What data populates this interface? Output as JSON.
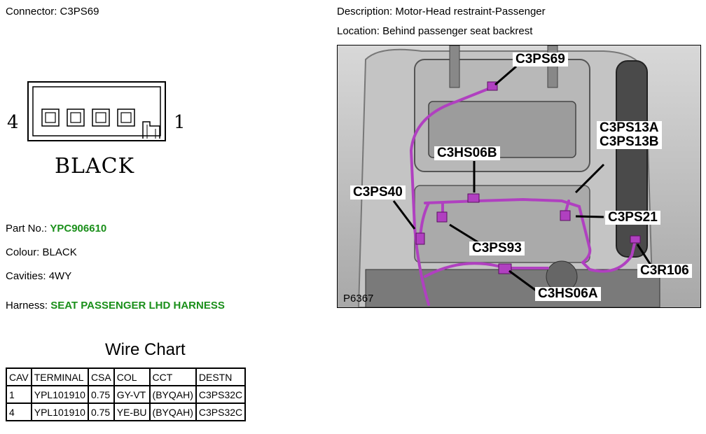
{
  "header": {
    "connector_label": "Connector:",
    "connector_value": "C3PS69",
    "description_label": "Description:",
    "description_value": "Motor-Head restraint-Passenger",
    "location_label": "Location:",
    "location_value": "Behind passenger seat backrest"
  },
  "connector_diagram": {
    "pin_left": "4",
    "pin_right": "1",
    "color_text": "BLACK"
  },
  "info": {
    "part_no_label": "Part No.:",
    "part_no_value": "YPC906610",
    "colour_label": "Colour:",
    "colour_value": "BLACK",
    "cavities_label": "Cavities:",
    "cavities_value": "4WY",
    "harness_label": "Harness:",
    "harness_value": "SEAT PASSENGER LHD HARNESS"
  },
  "wire_chart": {
    "title": "Wire Chart",
    "columns": [
      "CAV",
      "TERMINAL",
      "CSA",
      "COL",
      "CCT",
      "DESTN"
    ],
    "rows": [
      [
        "1",
        "YPL101910",
        "0.75",
        "GY-VT",
        "(BYQAH)",
        "C3PS32C"
      ],
      [
        "4",
        "YPL101910",
        "0.75",
        "YE-BU",
        "(BYQAH)",
        "C3PS32C"
      ]
    ]
  },
  "photo": {
    "figure_id": "P6367",
    "callouts": {
      "c1": "C3PS69",
      "c2": "C3PS13A",
      "c3": "C3PS13B",
      "c4": "C3HS06B",
      "c5": "C3PS40",
      "c6": "C3PS21",
      "c7": "C3PS93",
      "c8": "C3R106",
      "c9": "C3HS06A"
    }
  },
  "colors": {
    "accent_green": "#1a8f1a",
    "harness_purple": "#b040c0"
  }
}
